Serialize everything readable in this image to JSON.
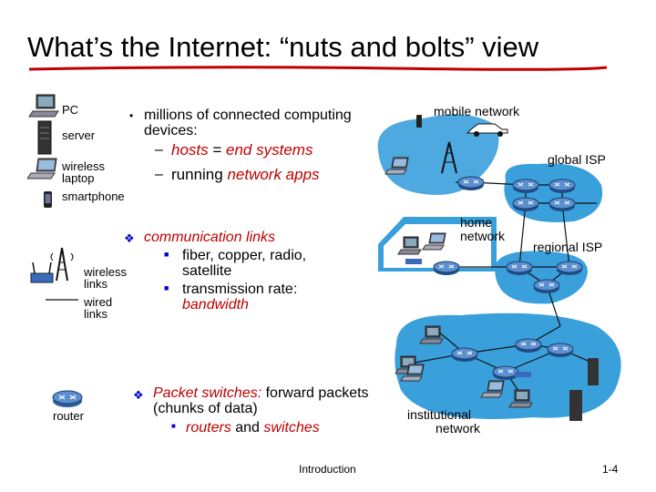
{
  "slide": {
    "title": "What’s the Internet: “nuts and bolts” view",
    "footer_center": "Introduction",
    "footer_right": "1-4"
  },
  "legend": {
    "pc": "PC",
    "server": "server",
    "wireless_laptop_1": "wireless",
    "wireless_laptop_2": "laptop",
    "smartphone": "smartphone",
    "wireless_links_1": "wireless",
    "wireless_links_2": "links",
    "wired_links_1": "wired",
    "wired_links_2": "links",
    "router": "router"
  },
  "bullets": {
    "b1_line1": "millions of connected computing",
    "b1_line2": "devices:",
    "b1_sub1_a": "hosts",
    "b1_sub1_b": " = ",
    "b1_sub1_c": "end systems",
    "b1_sub2_a": "running ",
    "b1_sub2_b": "network apps",
    "b2_head": "communication links",
    "b2_sub1_line1": "fiber, copper, radio,",
    "b2_sub1_line2": "satellite",
    "b2_sub2_line1": "transmission rate:",
    "b2_sub2_line2": "bandwidth",
    "b3_line1_a": "Packet switches:",
    "b3_line1_b": " forward packets",
    "b3_line2": "(chunks of data)",
    "b3_sub_a": "routers",
    "b3_sub_b": " and ",
    "b3_sub_c": "switches"
  },
  "network": {
    "mobile": "mobile network",
    "global": "global ISP",
    "home_1": "home",
    "home_2": "network",
    "regional": "regional ISP",
    "inst_1": "institutional",
    "inst_2": "network"
  },
  "colors": {
    "accent_red": "#c00000",
    "blob_blue": "#3aa0dc",
    "link_blue": "#0000cc"
  }
}
